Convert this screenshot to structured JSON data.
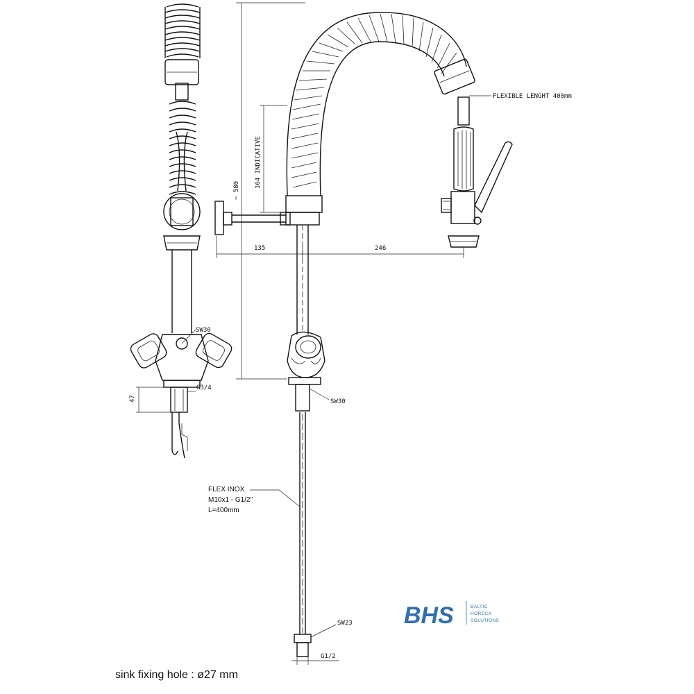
{
  "labels": {
    "flexible_length": "FLEXIBLE LENGHT 400mm",
    "height_indicative": "164 INDICATIVE",
    "height_total": "~ 580",
    "dim_135": "135",
    "dim_246": "246",
    "sw30_left": "SW30",
    "g34": "G3/4",
    "dim_47": "47",
    "sw30_right": "SW30",
    "flex_inox_1": "FLEX INOX",
    "flex_inox_2": "M10x1 - G1/2\"",
    "flex_inox_3": "L=400mm",
    "sw23": "SW23",
    "g12": "G1/2"
  },
  "caption": "sink fixing hole : ø27 mm",
  "logo": {
    "name": "BHS",
    "line1": "BALTIC",
    "line2": "HORECA",
    "line3": "SOLUTIONS",
    "color": "#2f6fb2"
  }
}
